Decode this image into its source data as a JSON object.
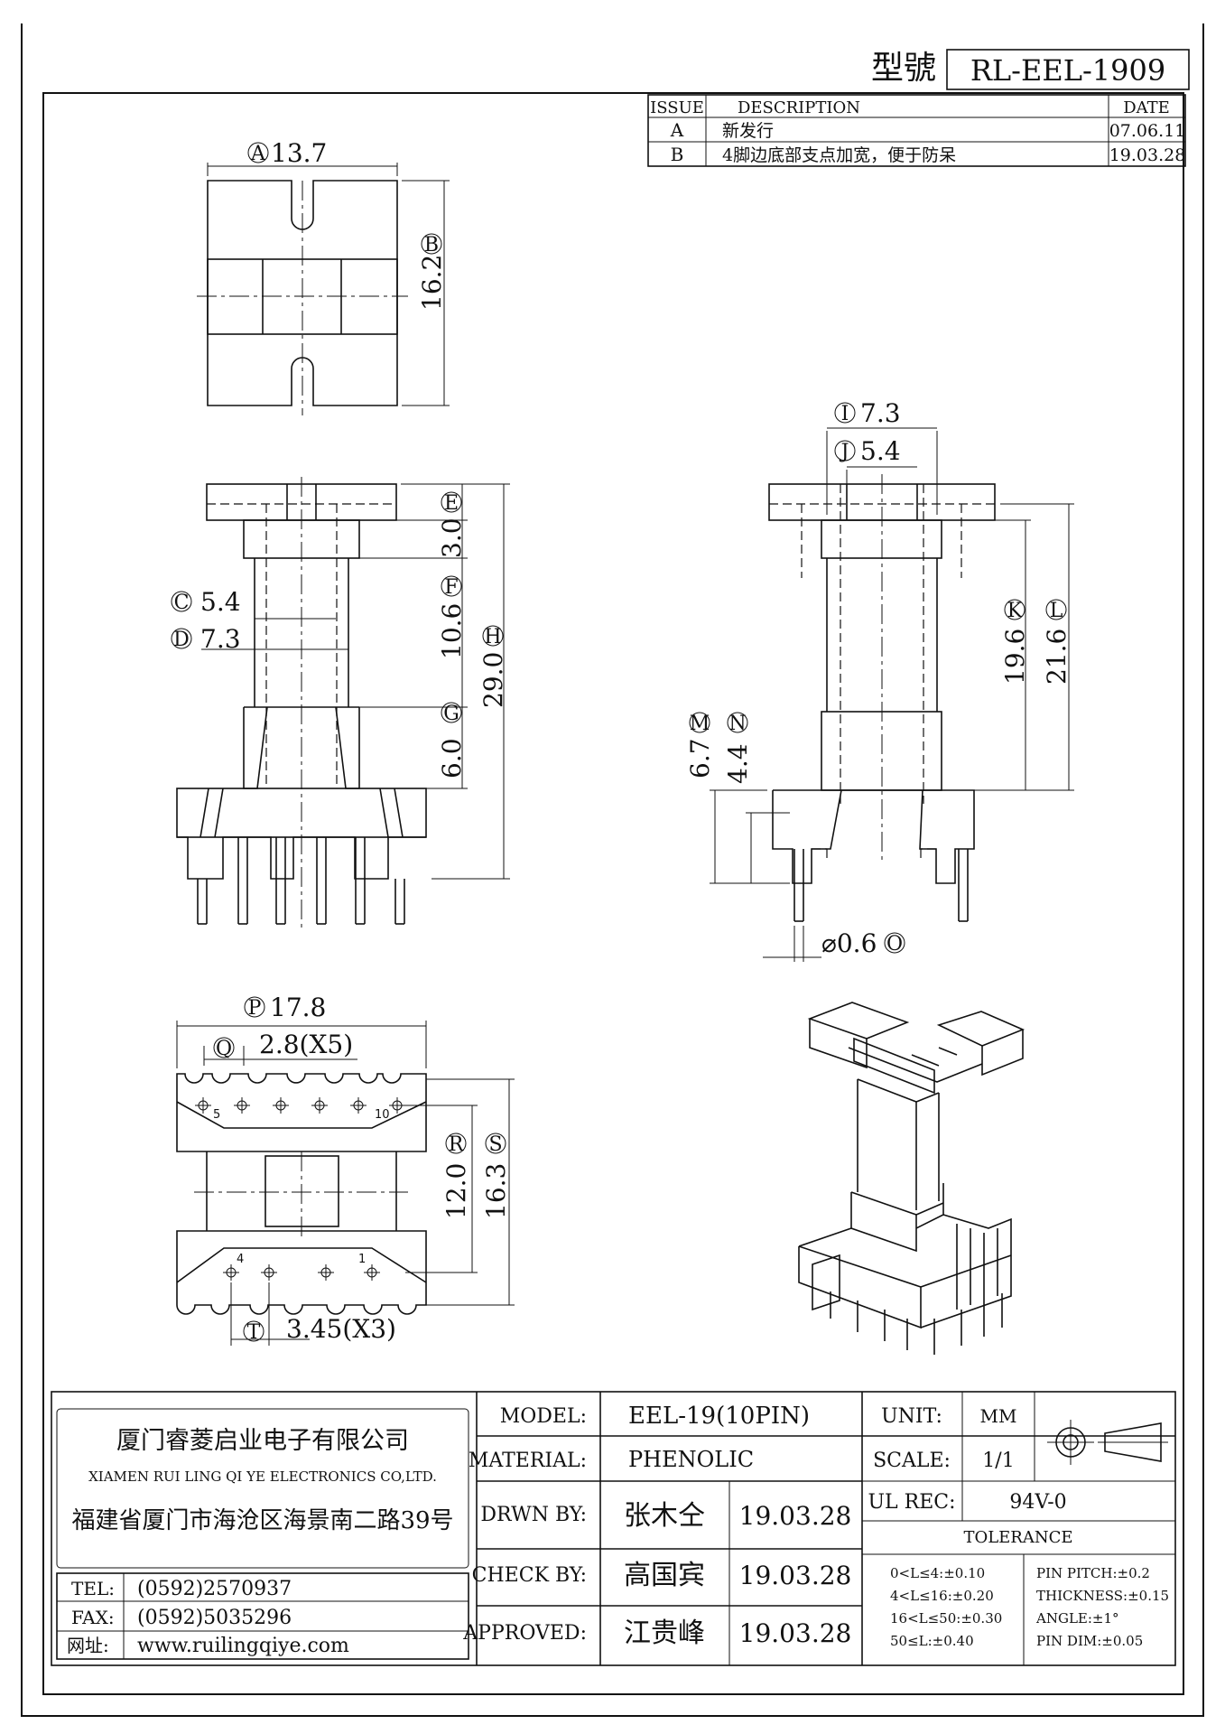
{
  "header": {
    "model_label": "型號",
    "model_value": "RL-EEL-1909"
  },
  "revision": {
    "headers": [
      "ISSUE",
      "DESCRIPTION",
      "DATE"
    ],
    "rows": [
      {
        "issue": "A",
        "description": "新发行",
        "date": "07.06.11"
      },
      {
        "issue": "B",
        "description": "4脚边底部支点加宽，便于防呆",
        "date": "19.03.28"
      }
    ]
  },
  "dimensions": {
    "A": {
      "letter": "A",
      "value": "13.7"
    },
    "B": {
      "letter": "B",
      "value": "16.2"
    },
    "C": {
      "letter": "C",
      "value": "5.4"
    },
    "D": {
      "letter": "D",
      "value": "7.3"
    },
    "E": {
      "letter": "E",
      "value": "3.0"
    },
    "F": {
      "letter": "F",
      "value": "10.6"
    },
    "G": {
      "letter": "G",
      "value": "6.0"
    },
    "H": {
      "letter": "H",
      "value": "29.0"
    },
    "I": {
      "letter": "I",
      "value": "7.3"
    },
    "J": {
      "letter": "J",
      "value": "5.4"
    },
    "K": {
      "letter": "K",
      "value": "19.6"
    },
    "L": {
      "letter": "L",
      "value": "21.6"
    },
    "M": {
      "letter": "M",
      "value": "6.7"
    },
    "N": {
      "letter": "N",
      "value": "4.4"
    },
    "O": {
      "letter": "O",
      "value": "⌀0.6"
    },
    "P": {
      "letter": "P",
      "value": "17.8"
    },
    "Q": {
      "letter": "Q",
      "value": "2.8(X5)"
    },
    "R": {
      "letter": "R",
      "value": "12.0"
    },
    "S": {
      "letter": "S",
      "value": "16.3"
    },
    "T": {
      "letter": "T",
      "value": "3.45(X3)"
    }
  },
  "pin_numbers": {
    "p5": "5",
    "p10": "10",
    "p4": "4",
    "p1": "1"
  },
  "company": {
    "name_cn": "厦门睿菱启业电子有限公司",
    "name_en": "XIAMEN RUI LING QI YE ELECTRONICS CO,LTD.",
    "address": "福建省厦门市海沧区海景南二路39号",
    "tel_label": "TEL:",
    "tel": "(0592)2570937",
    "fax_label": "FAX:",
    "fax": "(0592)5035296",
    "web_label": "网址:",
    "web": "www.ruilingqiye.com"
  },
  "title_block": {
    "model_label": "MODEL:",
    "model": "EEL-19(10PIN)",
    "material_label": "MATERIAL:",
    "material": "PHENOLIC",
    "drawn_label": "DRWN BY:",
    "drawn_name": "张木仝",
    "drawn_date": "19.03.28",
    "check_label": "CHECK BY:",
    "check_name": "高国宾",
    "check_date": "19.03.28",
    "approved_label": "APPROVED:",
    "approved_name": "江贵峰",
    "approved_date": "19.03.28",
    "unit_label": "UNIT:",
    "unit": "MM",
    "scale_label": "SCALE:",
    "scale": "1/1",
    "ul_label": "UL REC:",
    "ul": "94V-0",
    "tolerance_title": "TOLERANCE",
    "tol_left": [
      "0<L≤4:±0.10",
      "4<L≤16:±0.20",
      "16<L≤50:±0.30",
      "50≤L:±0.40"
    ],
    "tol_right": [
      "PIN PITCH:±0.2",
      "THICKNESS:±0.15",
      "ANGLE:±1°",
      "PIN DIM:±0.05"
    ]
  }
}
